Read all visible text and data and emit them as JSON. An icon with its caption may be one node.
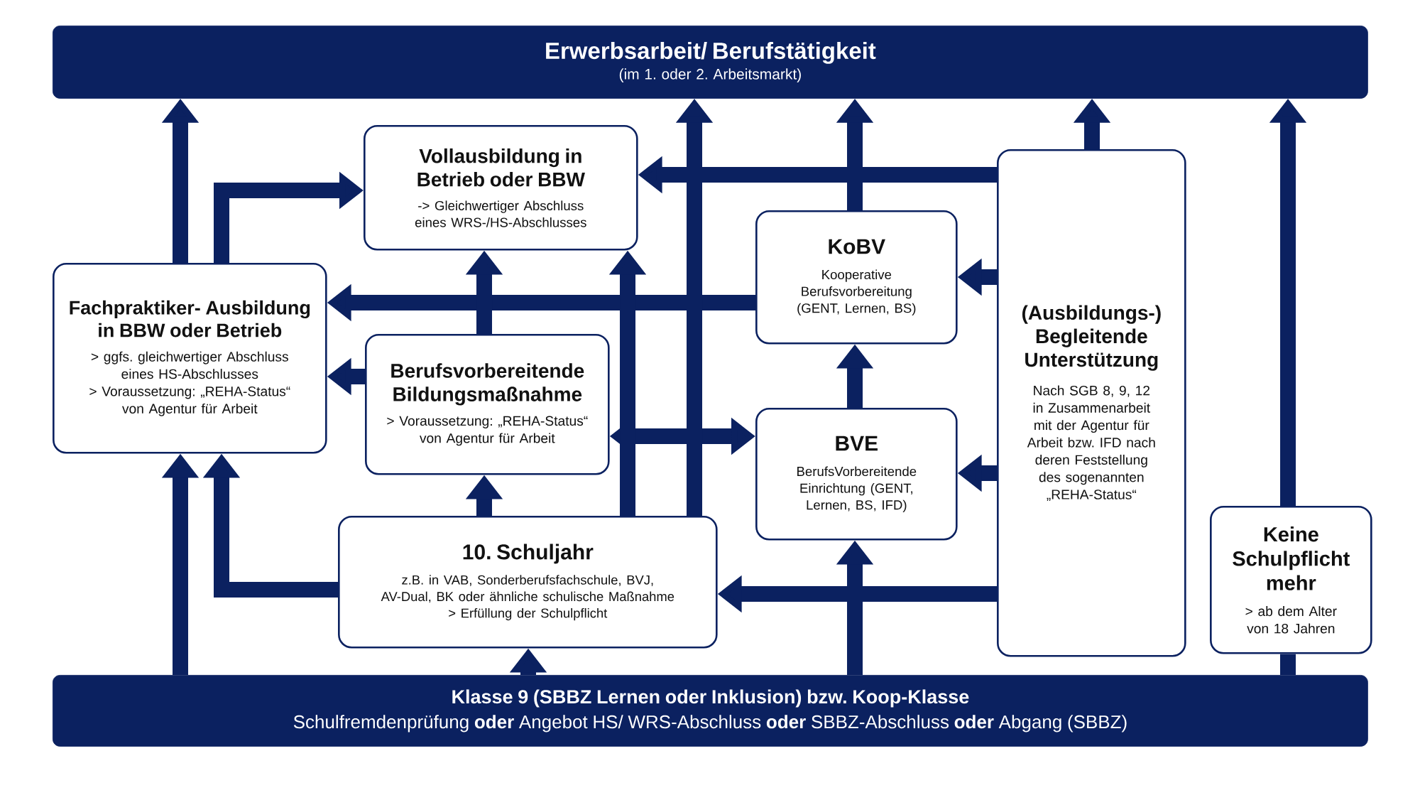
{
  "diagram": {
    "nodes": [
      {
        "text": [
          "Erwerbsarbeit/ Berufstätigkeit",
          "(im 1. oder 2. Arbeitsmarkt)"
        ]
      },
      {
        "text": [
          "Vollausbildung in Betrieb oder BBW",
          "-> Gleichwertiger Abschluss eines WRS-/HS-Abschlusses"
        ]
      },
      {
        "text": [
          "Fachpraktiker- Ausbildung in BBW oder Betrieb",
          "> ggfs. gleichwertiger Abschluss eines HS-Abschlusses",
          "> Voraussetzung: „REHA-Status“ von Agentur für Arbeit"
        ]
      },
      {
        "text": [
          "Berufsvorbereitende Bildungsmaßnahme",
          "> Voraussetzung: „REHA-Status“ von Agentur für Arbeit"
        ]
      },
      {
        "text": [
          "KoBV",
          "Kooperative Berufsvorbereitung (GENT, Lernen, BS)"
        ]
      },
      {
        "text": [
          "BVE",
          "BerufsVorbereitende Einrichtung (GENT, Lernen, BS, IFD)"
        ]
      },
      {
        "text": [
          "(Ausbildungs-) Begleitende Unterstützung",
          "Nach SGB 8, 9, 12 in Zusammenarbeit mit der Agentur für Arbeit bzw. IFD nach deren Feststellung des sogenannten „REHA-Status“"
        ]
      },
      {
        "text": [
          "10. Schuljahr",
          "z.B. in VAB, Sonderberufsfachschule, BVJ, AV-Dual, BK oder ähnliche schulische Maßnahme",
          "> Erfüllung der Schulpflicht"
        ]
      },
      {
        "text": [
          "Keine Schulpflicht mehr",
          "> ab dem Alter von 18 Jahren"
        ]
      },
      {
        "text": [
          "Klasse 9 (SBBZ Lernen oder Inklusion) bzw. Koop-Klasse",
          "Schulfremdenprüfung **oder** Angebot HS/ WRS-Abschluss **oder** SBBZ-Abschluss **oder** Abgang (SBBZ)"
        ]
      }
    ],
    "edges": [
      {
        "from": 9,
        "to": 2,
        "arrow": "to"
      },
      {
        "from": 2,
        "to": 0,
        "arrow": "to"
      },
      {
        "from": 2,
        "to": 1,
        "arrow": "to"
      },
      {
        "from": 7,
        "to": 2,
        "arrow": "to"
      },
      {
        "from": 4,
        "to": 2,
        "arrow": "to"
      },
      {
        "from": 3,
        "to": 2,
        "arrow": "to"
      },
      {
        "from": 3,
        "to": 1,
        "arrow": "to"
      },
      {
        "from": 3,
        "to": 5,
        "arrow": "both"
      },
      {
        "from": 7,
        "to": 3,
        "arrow": "to"
      },
      {
        "from": 7,
        "to": 1,
        "arrow": "to"
      },
      {
        "from": 7,
        "to": 0,
        "arrow": "to"
      },
      {
        "from": 9,
        "to": 7,
        "arrow": "to"
      },
      {
        "from": 4,
        "to": 0,
        "arrow": "to"
      },
      {
        "from": 5,
        "to": 4,
        "arrow": "to"
      },
      {
        "from": 9,
        "to": 5,
        "arrow": "to"
      },
      {
        "from": 6,
        "to": 0,
        "arrow": "to"
      },
      {
        "from": 6,
        "to": 1,
        "arrow": "to"
      },
      {
        "from": 6,
        "to": 4,
        "arrow": "to"
      },
      {
        "from": 6,
        "to": 5,
        "arrow": "to"
      },
      {
        "from": 6,
        "to": 7,
        "arrow": "to"
      },
      {
        "from": 8,
        "to": 0,
        "arrow": "to"
      },
      {
        "from": 9,
        "to": 8,
        "arrow": "none"
      }
    ]
  }
}
